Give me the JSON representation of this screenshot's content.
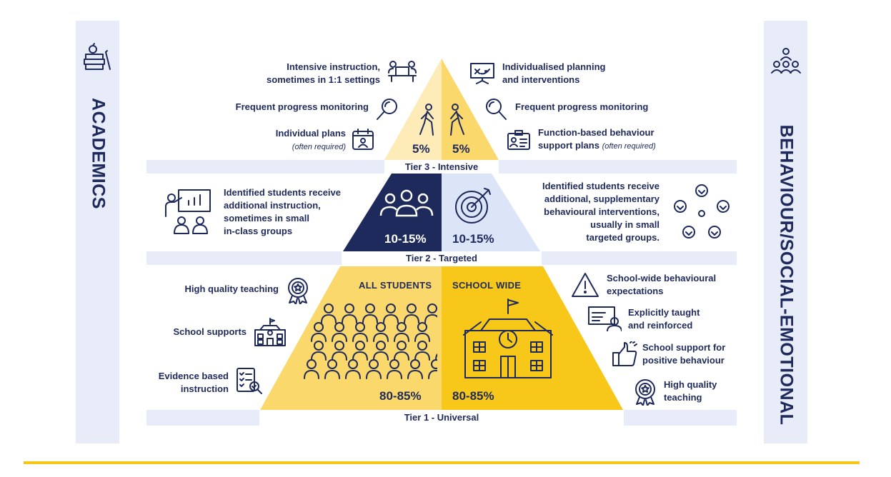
{
  "colors": {
    "navy": "#1f2a5c",
    "pale_blue": "#e7ecf8",
    "light_blue": "#dce5f7",
    "yellow": "#f7c719",
    "light_yellow": "#fbd86b",
    "pale_yellow": "#fdecb8"
  },
  "left_title": "ACADEMICS",
  "right_title": "BEHAVIOUR/SOCIAL-EMOTIONAL",
  "tiers": {
    "tier3": {
      "label": "Tier 3 - Intensive",
      "left_pct": "5%",
      "right_pct": "5%"
    },
    "tier2": {
      "label": "Tier 2 - Targeted",
      "left_pct": "10-15%",
      "right_pct": "10-15%"
    },
    "tier1": {
      "label": "Tier 1 - Universal",
      "left_pct": "80-85%",
      "right_pct": "80-85%",
      "left_head": "ALL STUDENTS",
      "right_head": "SCHOOL WIDE"
    }
  },
  "academics": {
    "tier3": [
      {
        "line1": "Intensive instruction,",
        "line2": "sometimes in 1:1 settings",
        "icon": "desk-people-icon"
      },
      {
        "line1": "Frequent progress monitoring",
        "icon": "magnifier-icon"
      },
      {
        "line1": "Individual plans",
        "note": "(often required)",
        "icon": "calendar-person-icon"
      }
    ],
    "tier2": {
      "lines": [
        "Identified students receive",
        "additional instruction,",
        "sometimes in small",
        "in-class groups"
      ],
      "icon": "presentation-group-icon"
    },
    "tier1": [
      {
        "line1": "High quality teaching",
        "icon": "award-icon"
      },
      {
        "line1": "School supports",
        "icon": "school-icon"
      },
      {
        "line1": "Evidence based",
        "line2": "instruction",
        "icon": "checklist-icon"
      }
    ]
  },
  "behaviour": {
    "tier3": [
      {
        "line1": "Individualised planning",
        "line2": "and interventions",
        "icon": "strategy-board-icon"
      },
      {
        "line1": "Frequent progress monitoring",
        "icon": "magnifier-icon"
      },
      {
        "line1": "Function-based behaviour",
        "line2": "support plans",
        "note": "(often required)",
        "icon": "id-card-icon"
      }
    ],
    "tier2": {
      "lines": [
        "Identified students receive",
        "additional, supplementary",
        "behavioural interventions,",
        "usually in small",
        "targeted groups."
      ],
      "icon": "handshake-circle-icon"
    },
    "tier1": [
      {
        "line1": "School-wide behavioural",
        "line2": "expectations",
        "icon": "warning-icon"
      },
      {
        "line1": "Explicitly taught",
        "line2": "and reinforced",
        "icon": "teacher-board-icon"
      },
      {
        "line1": "School support for",
        "line2": "positive behaviour",
        "icon": "thumbs-up-icon"
      },
      {
        "line1": "High quality",
        "line2": "teaching",
        "icon": "award-icon"
      }
    ]
  }
}
